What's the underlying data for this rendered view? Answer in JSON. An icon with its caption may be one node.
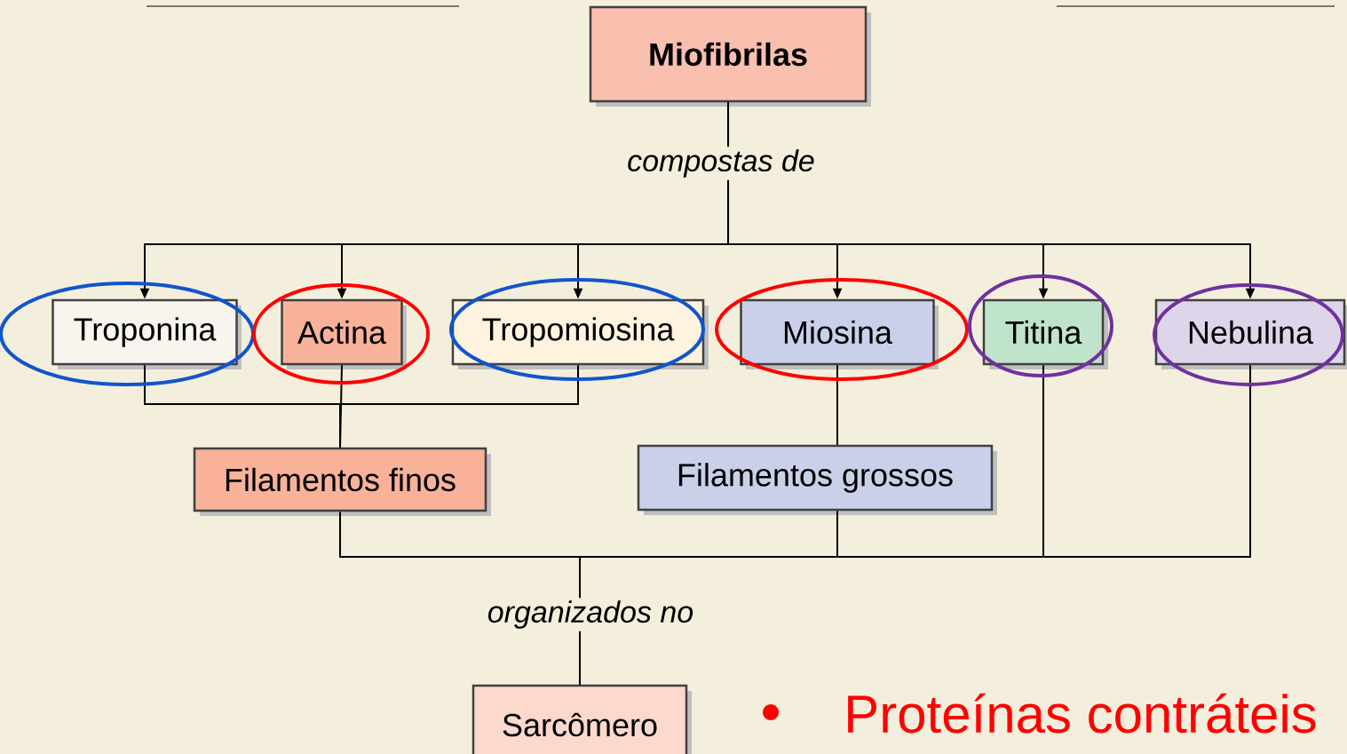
{
  "diagram": {
    "nodes": [
      {
        "text": [
          "Miofibrilas"
        ]
      },
      {
        "text": [
          "Troponina"
        ]
      },
      {
        "text": [
          "Actina"
        ]
      },
      {
        "text": [
          "Tropomiosina"
        ]
      },
      {
        "text": [
          "Miosina"
        ]
      },
      {
        "text": [
          "Titina"
        ]
      },
      {
        "text": [
          "Nebulina"
        ]
      },
      {
        "text": [
          "Filamentos finos"
        ]
      },
      {
        "text": [
          "Filamentos grossos"
        ]
      },
      {
        "text": [
          "Sarcômero"
        ]
      }
    ],
    "edges": [
      {
        "from": 0,
        "to": 1,
        "arrow": "to",
        "label": "compostas de"
      },
      {
        "from": 0,
        "to": 2,
        "arrow": "to"
      },
      {
        "from": 0,
        "to": 3,
        "arrow": "to"
      },
      {
        "from": 0,
        "to": 4,
        "arrow": "to"
      },
      {
        "from": 0,
        "to": 5,
        "arrow": "to"
      },
      {
        "from": 0,
        "to": 6,
        "arrow": "to"
      },
      {
        "from": 1,
        "to": 7,
        "arrow": "none"
      },
      {
        "from": 2,
        "to": 7,
        "arrow": "none"
      },
      {
        "from": 3,
        "to": 7,
        "arrow": "none"
      },
      {
        "from": 4,
        "to": 8,
        "arrow": "none"
      },
      {
        "from": 7,
        "to": 9,
        "arrow": "none",
        "label": "organizados no"
      },
      {
        "from": 8,
        "to": 9,
        "arrow": "none"
      },
      {
        "from": 5,
        "to": 9,
        "arrow": "none"
      },
      {
        "from": 6,
        "to": 9,
        "arrow": "none"
      }
    ],
    "labels": [
      "Proteínas contráteis"
    ]
  }
}
